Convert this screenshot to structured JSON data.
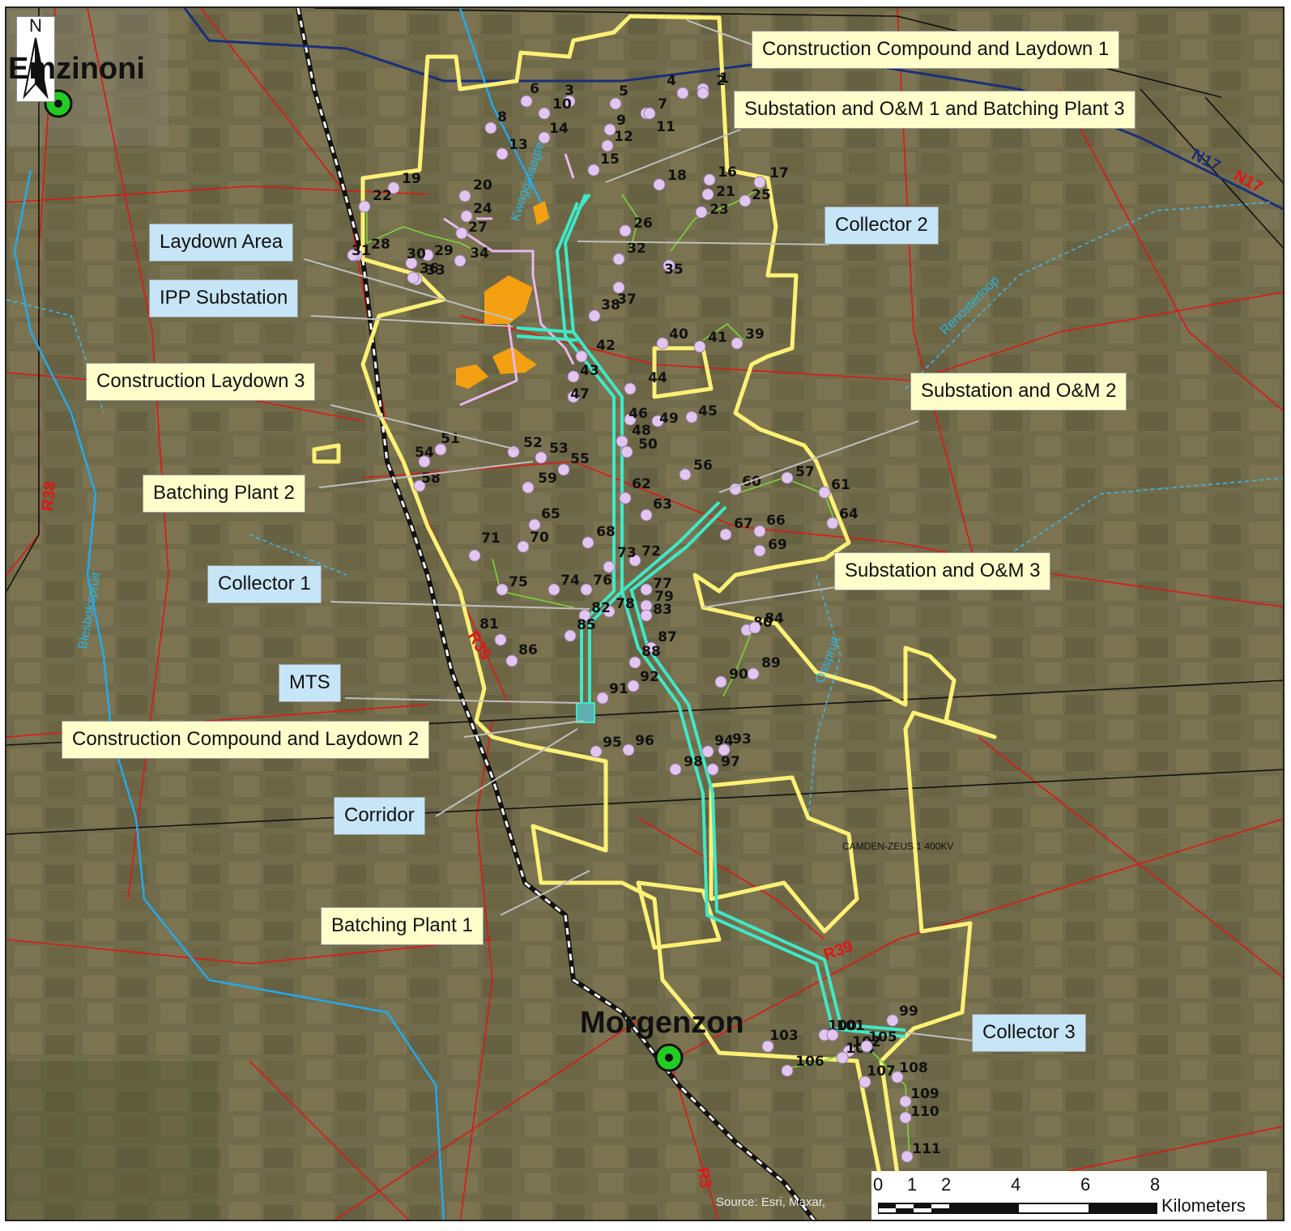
{
  "map": {
    "towns": [
      {
        "id": "bethal",
        "label": "Emzinoni"
      },
      {
        "id": "morgenzon",
        "label": "Morgenzon"
      }
    ],
    "callouts": [
      {
        "id": "construction-compound-laydown-1",
        "label": "Construction Compound and Laydown 1",
        "style": "yellow"
      },
      {
        "id": "substation-om-1-batching-3",
        "label": "Substation and O&M 1 and Batching Plant 3",
        "style": "yellow"
      },
      {
        "id": "collector-2",
        "label": "Collector 2",
        "style": "blue"
      },
      {
        "id": "laydown-area",
        "label": "Laydown Area",
        "style": "blue"
      },
      {
        "id": "ipp-substation",
        "label": "IPP Substation",
        "style": "blue"
      },
      {
        "id": "construction-laydown-3",
        "label": "Construction Laydown 3",
        "style": "yellow"
      },
      {
        "id": "substation-om-2",
        "label": "Substation and O&M 2",
        "style": "yellow"
      },
      {
        "id": "batching-plant-2",
        "label": "Batching Plant 2",
        "style": "yellow"
      },
      {
        "id": "substation-om-3",
        "label": "Substation and O&M 3",
        "style": "yellow"
      },
      {
        "id": "collector-1",
        "label": "Collector 1",
        "style": "blue"
      },
      {
        "id": "mts",
        "label": "MTS",
        "style": "blue"
      },
      {
        "id": "construction-compound-laydown-2",
        "label": "Construction Compound and Laydown 2",
        "style": "yellow"
      },
      {
        "id": "corridor",
        "label": "Corridor",
        "style": "blue"
      },
      {
        "id": "batching-plant-1",
        "label": "Batching Plant 1",
        "style": "yellow"
      },
      {
        "id": "collector-3",
        "label": "Collector 3",
        "style": "blue"
      }
    ],
    "rivers": [
      "Kwaggalaagte",
      "Renosterloop",
      "Blesbokspruit",
      "Osspruit"
    ],
    "roads": [
      "R38",
      "R35",
      "R39",
      "N17",
      "N17",
      "R3"
    ],
    "power_line": "CAMDEN-ZEUS 1 400KV",
    "turbine_count": 111,
    "north_arrow": "N",
    "scale_bar": {
      "ticks": [
        "0",
        "1",
        "2",
        "4",
        "6",
        "8"
      ],
      "unit": "Kilometers"
    },
    "attribution": "Source: Esri, Maxar,",
    "colors": {
      "boundary": "#fff176",
      "corridor": "#40e8c8",
      "turbine": "#e3c6f0",
      "road_major": "#1a2f7a",
      "road_regional": "#e01515",
      "river": "#22aaee",
      "laydown": "#f5a010",
      "town_marker": "#22cc22",
      "callout_yellow": "#ffffcc",
      "callout_blue": "#c6e5f7"
    }
  }
}
